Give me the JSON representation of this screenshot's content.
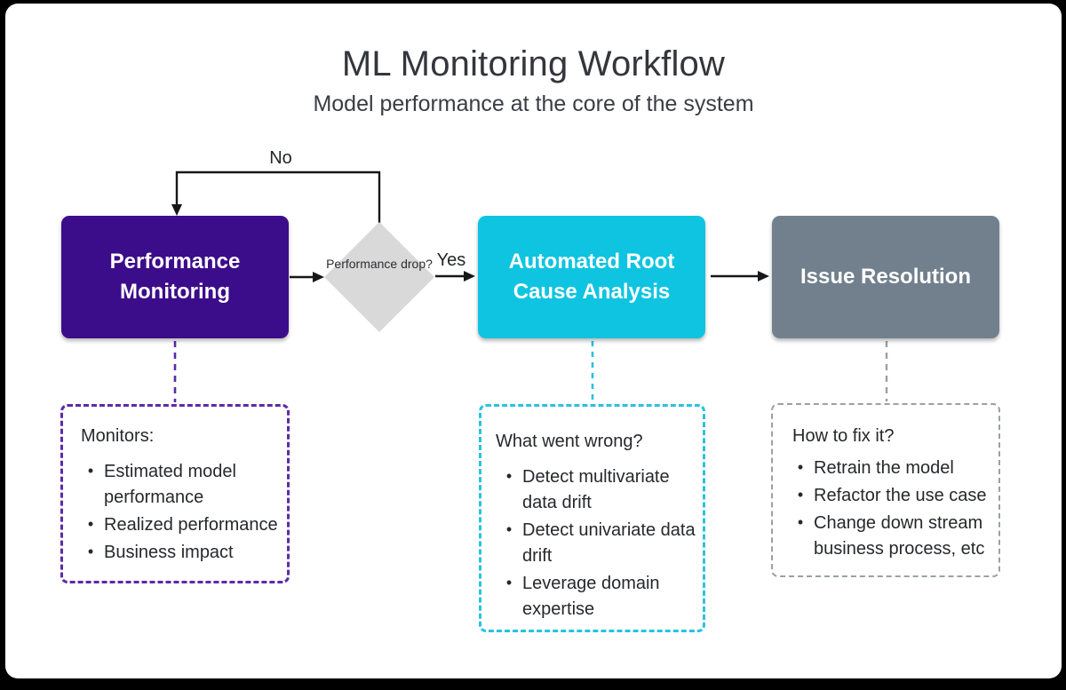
{
  "header": {
    "title": "ML Monitoring Workflow",
    "subtitle": "Model performance at the core of the system"
  },
  "flow": {
    "performance_monitoring_label": "Performance Monitoring",
    "decision_label": "Performance drop?",
    "yes_label": "Yes",
    "no_label": "No",
    "root_cause_label": "Automated Root Cause Analysis",
    "issue_resolution_label": "Issue Resolution"
  },
  "details": {
    "monitors": {
      "heading": "Monitors:",
      "bullets": [
        "Estimated model performance",
        "Realized performance",
        "Business impact"
      ]
    },
    "what_went_wrong": {
      "heading": "What went wrong?",
      "bullets": [
        "Detect multivariate data drift",
        "Detect univariate data drift",
        "Leverage domain expertise"
      ]
    },
    "how_to_fix": {
      "heading": "How to fix it?",
      "bullets": [
        "Retrain the model",
        "Refactor the use case",
        "Change down stream business process, etc"
      ]
    }
  },
  "colors": {
    "purple_node": "#3C0D8A",
    "cyan_node": "#0FC4E0",
    "gray_node": "#72808E",
    "diamond_fill": "#D9D9D9",
    "purple_dash": "#5B2BA8",
    "cyan_dash": "#27C3E0",
    "gray_dash": "#9AA0A6",
    "arrow": "#161718"
  }
}
